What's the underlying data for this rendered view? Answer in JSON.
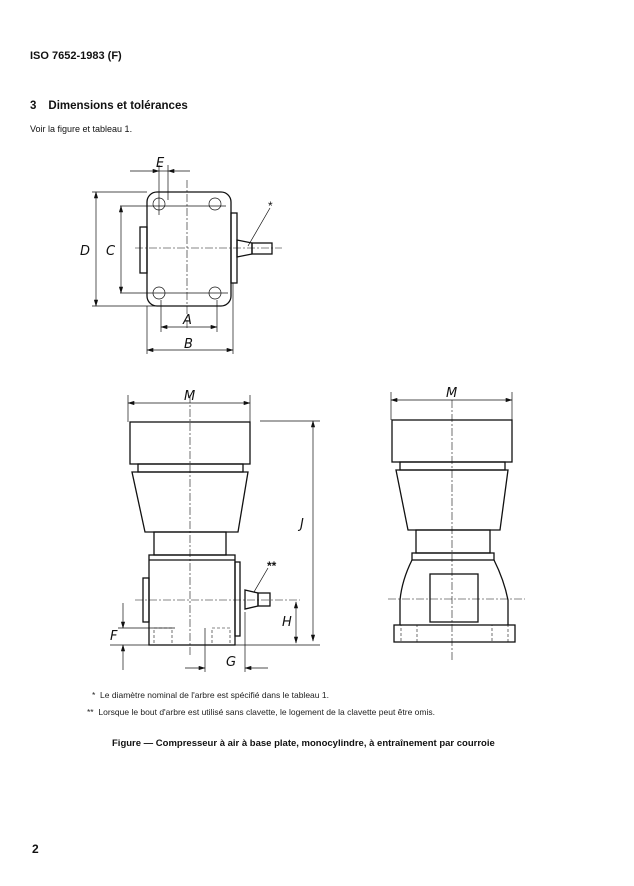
{
  "header": {
    "standard": "ISO 7652-1983 (F)"
  },
  "section": {
    "number": "3",
    "title": "Dimensions et tolérances"
  },
  "intro": "Voir la figure et tableau 1.",
  "figure": {
    "labels": {
      "A": "A",
      "B": "B",
      "C": "C",
      "D": "D",
      "E": "E",
      "F": "F",
      "G": "G",
      "H": "H",
      "J": "J",
      "M": "M",
      "star1": "*",
      "star2": "**"
    },
    "notes": [
      {
        "mark": "*",
        "text": "Le diamètre nominal de l'arbre est spécifié dans le tableau 1."
      },
      {
        "mark": "**",
        "text": "Lorsque le bout d'arbre est utilisé sans clavette, le logement de la clavette peut être omis."
      }
    ],
    "caption": "Figure — Compresseur à air à base plate, monocylindre, à entraînement par courroie"
  },
  "page_number": "2"
}
